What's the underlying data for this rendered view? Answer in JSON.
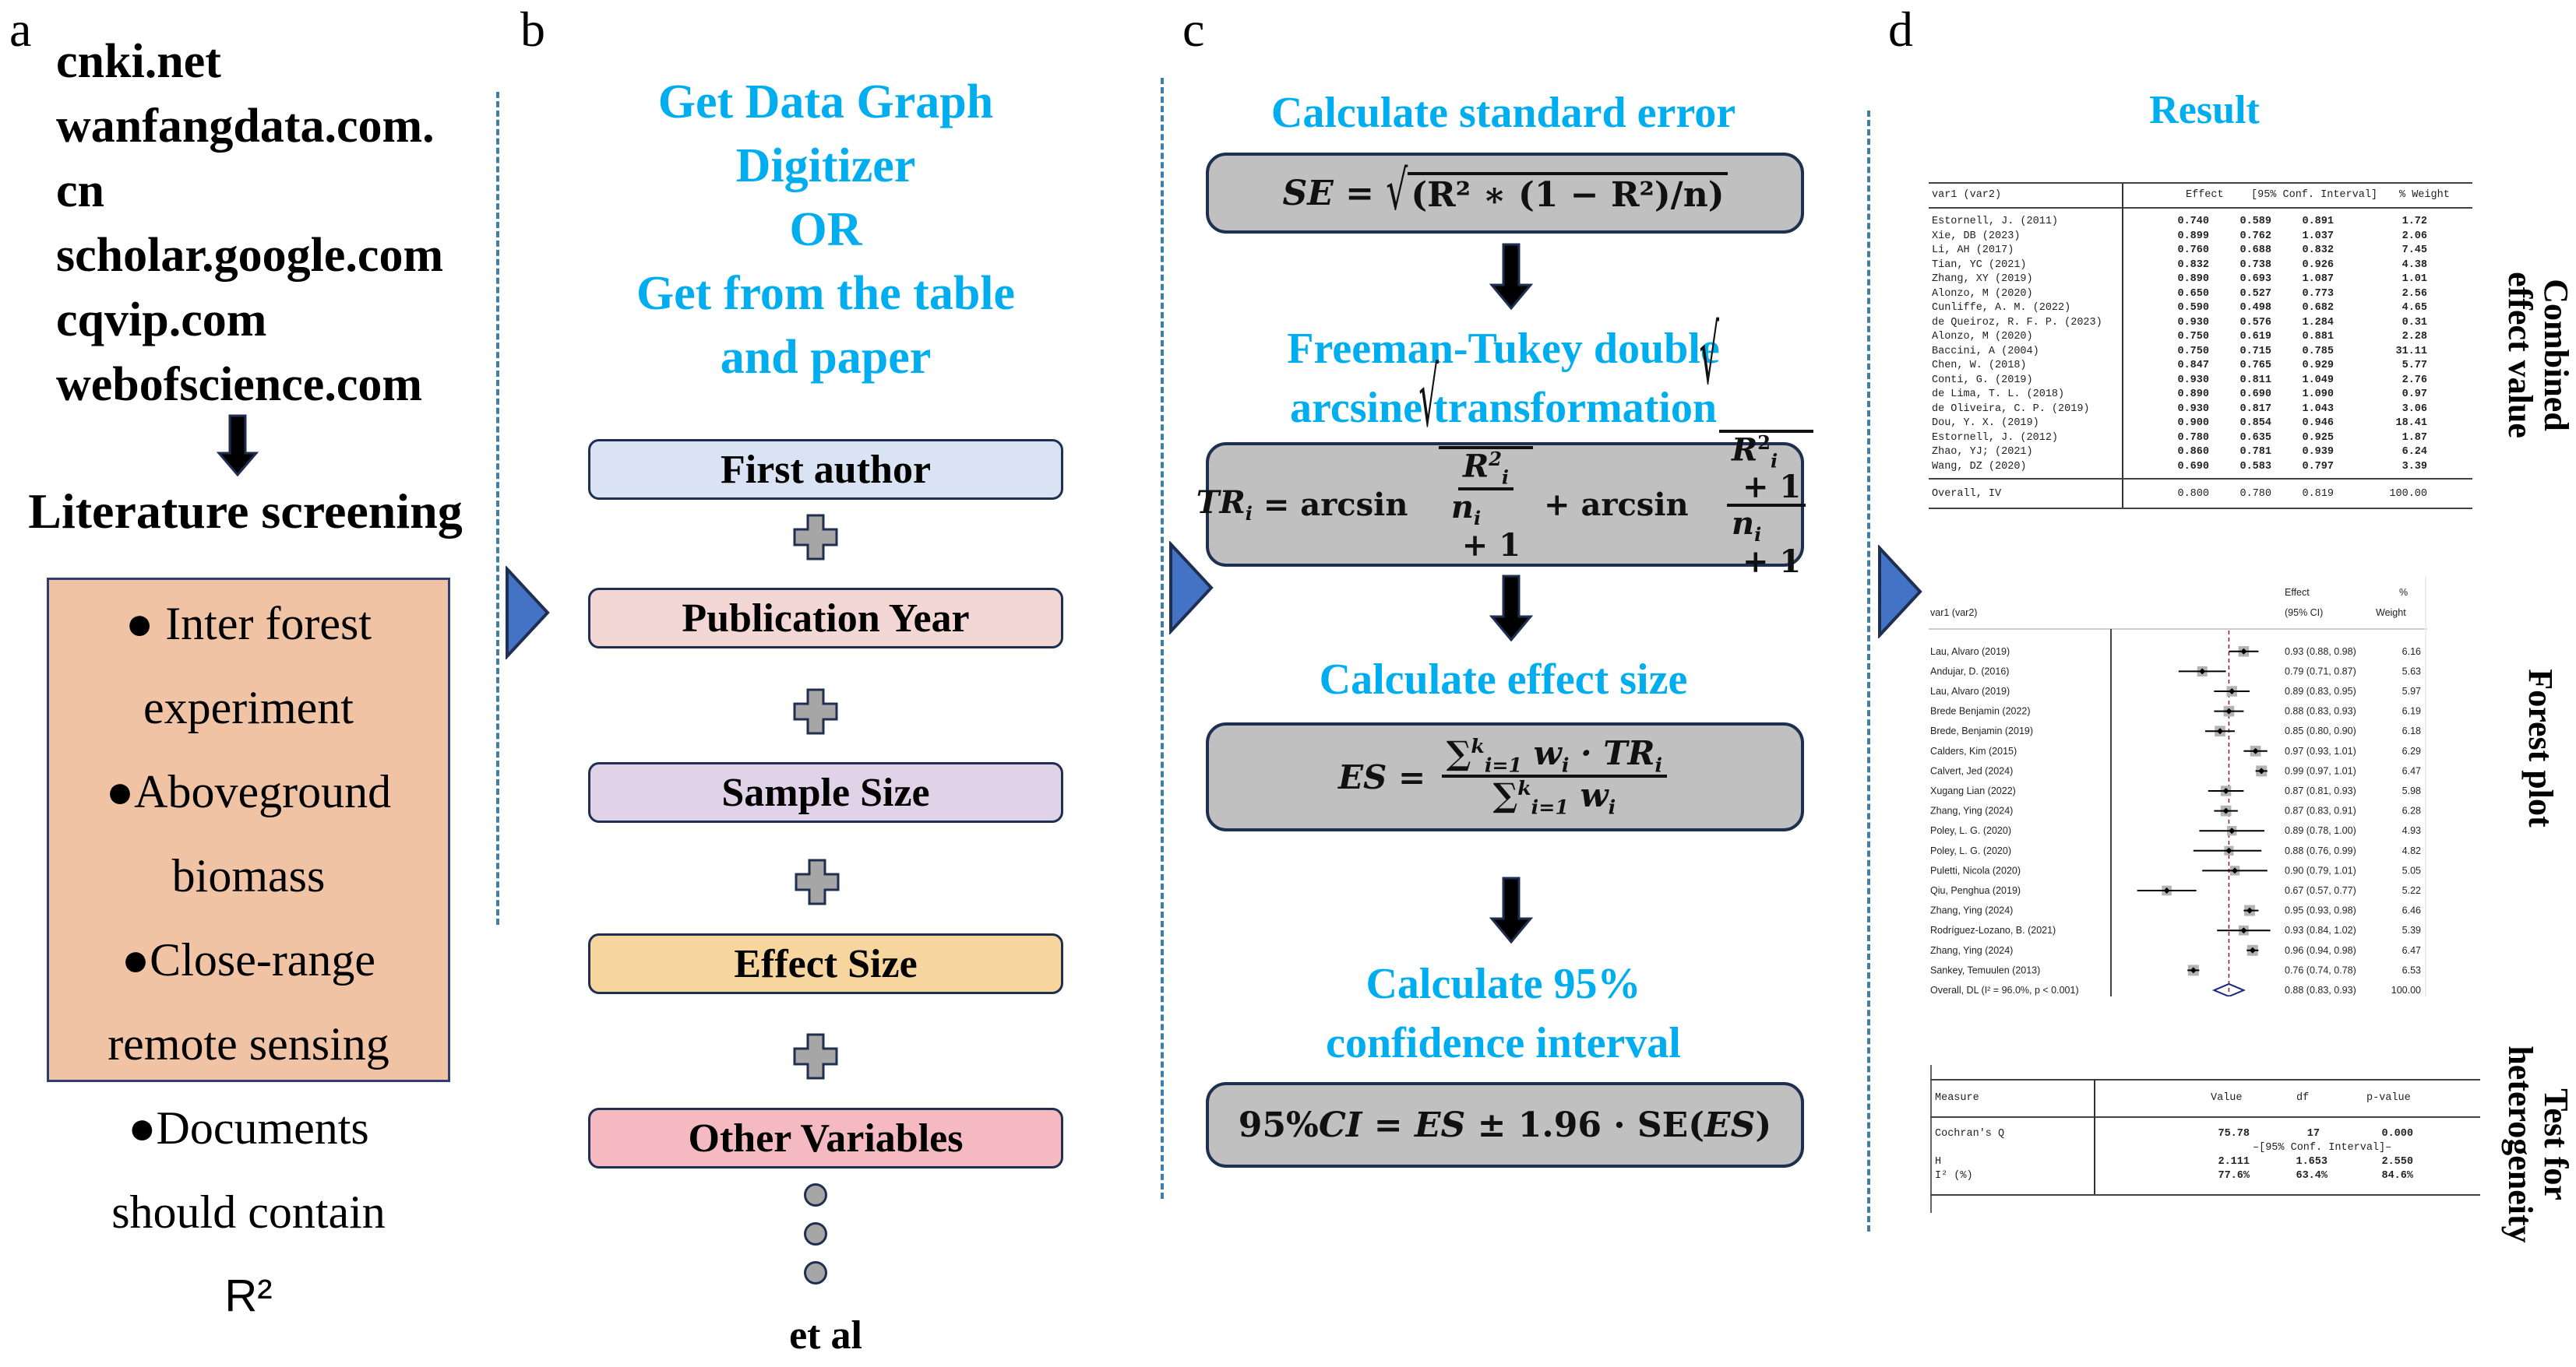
{
  "panels": {
    "a": {
      "letter": "a",
      "sources": [
        "cnki.net",
        "wanfangdata.com.",
        "cn",
        "scholar.google.com",
        "cqvip.com",
        "webofscience.com"
      ],
      "step_title": "Literature screening",
      "criteria": [
        {
          "bullet": "●",
          "lines": [
            " Inter forest",
            "experiment"
          ]
        },
        {
          "bullet": "●",
          "lines": [
            "Aboveground",
            "biomass"
          ]
        },
        {
          "bullet": "●",
          "lines": [
            "Close-range",
            "remote sensing"
          ]
        },
        {
          "bullet": "●",
          "lines": [
            "Documents",
            "should contain"
          ]
        }
      ],
      "criteria_tail": "R²",
      "box_color": "#f1c3a5"
    },
    "b": {
      "letter": "b",
      "title_lines": [
        "Get Data Graph",
        "Digitizer",
        "OR",
        "Get from the table",
        "and paper"
      ],
      "variables": [
        {
          "label": "First author",
          "color": "#dae3f3"
        },
        {
          "label": "Publication Year",
          "color": "#f2d7d5"
        },
        {
          "label": "Sample Size",
          "color": "#e0d3e8"
        },
        {
          "label": "Effect Size",
          "color": "#f6d59e"
        },
        {
          "label": "Other Variables",
          "color": "#f4b9c1"
        }
      ],
      "tail": "et al"
    },
    "c": {
      "letter": "c",
      "steps": [
        {
          "title": "Calculate standard error",
          "formula_id": "se"
        },
        {
          "title": "Freeman-Tukey double arcsine transformation",
          "title_lines": [
            "Freeman-Tukey double",
            "arcsine transformation"
          ],
          "formula_id": "tr"
        },
        {
          "title": "Calculate effect size",
          "formula_id": "es"
        },
        {
          "title": "Calculate 95% confidence interval",
          "title_lines": [
            "Calculate 95%",
            "confidence interval"
          ],
          "formula_id": "ci"
        }
      ],
      "formulas": {
        "se": {
          "lhs": "SE",
          "eq": " = ",
          "radicand": "(R² ∗ (1 − R²)/n)"
        },
        "tr": {
          "lhs": "TR",
          "lhs_sub": "i",
          "eq": " = ",
          "fn": "arcsin",
          "plus": " + ",
          "num1": "R",
          "num1_sup": "2",
          "num1_sub": "i",
          "num2": "R",
          "num2_sup": "2",
          "num2_sub": "i",
          "num2_tail": " + 1",
          "den": "n",
          "den_sub": "i",
          "den_tail": " + 1"
        },
        "es": {
          "lhs": "ES",
          "eq": " = ",
          "num": "∑",
          "num_sup": "k",
          "num_sub": "i=1",
          "num_w": " w",
          "num_w_sub": "i",
          "num_tail": " · TR",
          "num_tail_sub": "i",
          "den": "∑",
          "den_sup": "k",
          "den_sub": "i=1",
          "den_w": " w",
          "den_w_sub": "i"
        },
        "ci": {
          "prefix": "95%",
          "ci": "CI",
          "eq": " = ",
          "es": "ES",
          "pm": " ± 1.96 · SE(",
          "es2": "ES",
          "close": ")"
        }
      }
    },
    "d": {
      "letter": "d",
      "title": "Result",
      "side_labels": {
        "combined": [
          "Combined",
          "effect value"
        ],
        "forest": [
          "Forest plot"
        ],
        "heterogeneity": [
          "Test for",
          "heterogeneity"
        ]
      },
      "combined_table": {
        "headers": [
          "var1 (var2)",
          "Effect",
          "[95% Conf. Interval]",
          "% Weight"
        ],
        "rows": [
          [
            "Estornell, J. (2011)",
            "0.740",
            "0.589",
            "0.891",
            "1.72"
          ],
          [
            "Xie, DB (2023)",
            "0.899",
            "0.762",
            "1.037",
            "2.06"
          ],
          [
            "Li, AH (2017)",
            "0.760",
            "0.688",
            "0.832",
            "7.45"
          ],
          [
            "Tian, YC (2021)",
            "0.832",
            "0.738",
            "0.926",
            "4.38"
          ],
          [
            "Zhang, XY (2019)",
            "0.890",
            "0.693",
            "1.087",
            "1.01"
          ],
          [
            "Alonzo, M (2020)",
            "0.650",
            "0.527",
            "0.773",
            "2.56"
          ],
          [
            "Cunliffe, A. M. (2022)",
            "0.590",
            "0.498",
            "0.682",
            "4.65"
          ],
          [
            "de Queiroz, R. F. P. (2023)",
            "0.930",
            "0.576",
            "1.284",
            "0.31"
          ],
          [
            "Alonzo, M (2020)",
            "0.750",
            "0.619",
            "0.881",
            "2.28"
          ],
          [
            "Baccini, A (2004)",
            "0.750",
            "0.715",
            "0.785",
            "31.11"
          ],
          [
            "Chen, W. (2018)",
            "0.847",
            "0.765",
            "0.929",
            "5.77"
          ],
          [
            "Conti, G. (2019)",
            "0.930",
            "0.811",
            "1.049",
            "2.76"
          ],
          [
            "de Lima, T. L. (2018)",
            "0.890",
            "0.690",
            "1.090",
            "0.97"
          ],
          [
            "de Oliveira, C. P. (2019)",
            "0.930",
            "0.817",
            "1.043",
            "3.06"
          ],
          [
            "Dou, Y. X. (2019)",
            "0.900",
            "0.854",
            "0.946",
            "18.41"
          ],
          [
            "Estornell, J. (2012)",
            "0.780",
            "0.635",
            "0.925",
            "1.87"
          ],
          [
            "Zhao, YJ; (2021)",
            "0.860",
            "0.781",
            "0.939",
            "6.24"
          ],
          [
            "Wang, DZ (2020)",
            "0.690",
            "0.583",
            "0.797",
            "3.39"
          ]
        ],
        "overall": [
          "Overall, IV",
          "0.800",
          "0.780",
          "0.819",
          "100.00"
        ]
      },
      "heterogeneity_table": {
        "headers": [
          "Measure",
          "Value",
          "df",
          "p-value"
        ],
        "rows": [
          [
            "Cochran's Q",
            "75.78",
            "17",
            "0.000"
          ],
          [
            "",
            "",
            "–[95% Conf. Interval]–",
            ""
          ],
          [
            "H",
            "2.111",
            "1.653",
            "2.550"
          ],
          [
            "I² (%)",
            "77.6%",
            "63.4%",
            "84.6%"
          ]
        ]
      }
    }
  },
  "chart_data": {
    "type": "scatter",
    "subtype": "forest-plot",
    "title": "",
    "xlabel": "",
    "ylabel": "var1 (var2)",
    "col_headers": {
      "study": "var1 (var2)",
      "effect_line1": "Effect",
      "effect_line2": "(95% CI)",
      "weight_line1": "%",
      "weight_line2": "Weight"
    },
    "reference_line": 0.88,
    "xlim": [
      0.55,
      1.05
    ],
    "studies": [
      {
        "label": "Lau, Alvaro (2019)",
        "es": 0.93,
        "lo": 0.88,
        "hi": 0.98,
        "text": "0.93 (0.88, 0.98)",
        "weight": 6.16
      },
      {
        "label": "Andujar, D. (2016)",
        "es": 0.79,
        "lo": 0.71,
        "hi": 0.87,
        "text": "0.79 (0.71, 0.87)",
        "weight": 5.63
      },
      {
        "label": "Lau, Alvaro (2019)",
        "es": 0.89,
        "lo": 0.83,
        "hi": 0.95,
        "text": "0.89 (0.83, 0.95)",
        "weight": 5.97
      },
      {
        "label": "Brede Benjamin (2022)",
        "es": 0.88,
        "lo": 0.83,
        "hi": 0.93,
        "text": "0.88 (0.83, 0.93)",
        "weight": 6.19
      },
      {
        "label": "Brede, Benjamin (2019)",
        "es": 0.85,
        "lo": 0.8,
        "hi": 0.9,
        "text": "0.85 (0.80, 0.90)",
        "weight": 6.18
      },
      {
        "label": "Calders, Kim (2015)",
        "es": 0.97,
        "lo": 0.93,
        "hi": 1.01,
        "text": "0.97 (0.93, 1.01)",
        "weight": 6.29
      },
      {
        "label": "Calvert, Jed (2024)",
        "es": 0.99,
        "lo": 0.97,
        "hi": 1.01,
        "text": "0.99 (0.97, 1.01)",
        "weight": 6.47
      },
      {
        "label": "Xugang Lian (2022)",
        "es": 0.87,
        "lo": 0.81,
        "hi": 0.93,
        "text": "0.87 (0.81, 0.93)",
        "weight": 5.98
      },
      {
        "label": "Zhang, Ying (2024)",
        "es": 0.87,
        "lo": 0.83,
        "hi": 0.91,
        "text": "0.87 (0.83, 0.91)",
        "weight": 6.28
      },
      {
        "label": "Poley, L. G. (2020)",
        "es": 0.89,
        "lo": 0.78,
        "hi": 1.0,
        "text": "0.89 (0.78, 1.00)",
        "weight": 4.93
      },
      {
        "label": "Poley, L. G. (2020)",
        "es": 0.88,
        "lo": 0.76,
        "hi": 0.99,
        "text": "0.88 (0.76, 0.99)",
        "weight": 4.82
      },
      {
        "label": "Puletti, Nicola (2020)",
        "es": 0.9,
        "lo": 0.79,
        "hi": 1.01,
        "text": "0.90 (0.79, 1.01)",
        "weight": 5.05
      },
      {
        "label": "Qiu, Penghua (2019)",
        "es": 0.67,
        "lo": 0.57,
        "hi": 0.77,
        "text": "0.67 (0.57, 0.77)",
        "weight": 5.22
      },
      {
        "label": "Zhang, Ying (2024)",
        "es": 0.95,
        "lo": 0.93,
        "hi": 0.98,
        "text": "0.95 (0.93, 0.98)",
        "weight": 6.46
      },
      {
        "label": "Rodríguez-Lozano, B. (2021)",
        "es": 0.93,
        "lo": 0.84,
        "hi": 1.02,
        "text": "0.93 (0.84, 1.02)",
        "weight": 5.39
      },
      {
        "label": "Zhang, Ying (2024)",
        "es": 0.96,
        "lo": 0.94,
        "hi": 0.98,
        "text": "0.96 (0.94, 0.98)",
        "weight": 6.47
      },
      {
        "label": "Sankey, Temuulen (2013)",
        "es": 0.76,
        "lo": 0.74,
        "hi": 0.78,
        "text": "0.76 (0.74, 0.78)",
        "weight": 6.53
      }
    ],
    "overall": {
      "label": "Overall, DL (I² = 96.0%, p < 0.001)",
      "es": 0.88,
      "lo": 0.83,
      "hi": 0.93,
      "text": "0.88 (0.83, 0.93)",
      "weight": "100.00"
    },
    "colors": {
      "reference_line": "#8b1a2b",
      "diamond": "#1a237e",
      "box": "#b3b3b3",
      "marker": "#000000"
    }
  }
}
